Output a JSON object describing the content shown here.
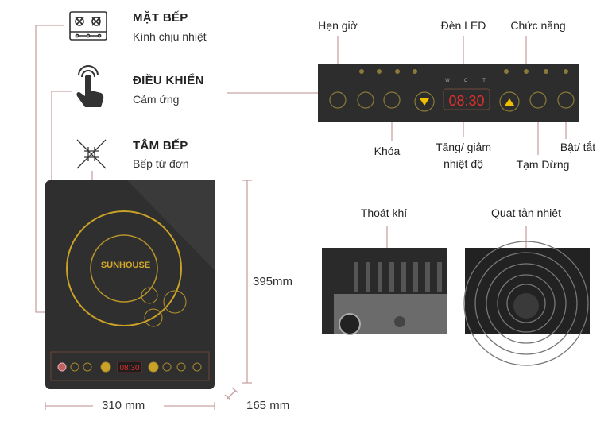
{
  "features": [
    {
      "title": "MẶT BẾP",
      "subtitle": "Kính chịu nhiệt",
      "icon": "cooktop-icon"
    },
    {
      "title": "ĐIỀU KHIỂN",
      "subtitle": "Cảm ứng",
      "icon": "touch-hand-icon"
    },
    {
      "title": "TÂM BẾP",
      "subtitle": "Bếp từ đơn",
      "icon": "induction-coil-icon"
    }
  ],
  "stove": {
    "brand": "SUNHOUSE",
    "display": "08:30"
  },
  "dimensions": {
    "height": "395mm",
    "width": "310 mm",
    "depth": "165 mm"
  },
  "panel": {
    "display": "08:30",
    "mode_letters": [
      "W",
      "C",
      "T"
    ],
    "labels": {
      "timer": "Hẹn giờ",
      "led": "Đèn LED",
      "function": "Chức năng",
      "lock": "Khóa",
      "temp_line1": "Tăng/ giảm",
      "temp_line2": "nhiệt độ",
      "pause": "Tạm Dừng",
      "power": "Bật/ tắt"
    }
  },
  "photos": {
    "exhaust": "Thoát khí",
    "fan": "Quạt tản nhiệt"
  },
  "colors": {
    "line": "#c9a3a3",
    "panel": "#2d2d2d",
    "gold": "#c9a227",
    "led": "#e0302a"
  }
}
